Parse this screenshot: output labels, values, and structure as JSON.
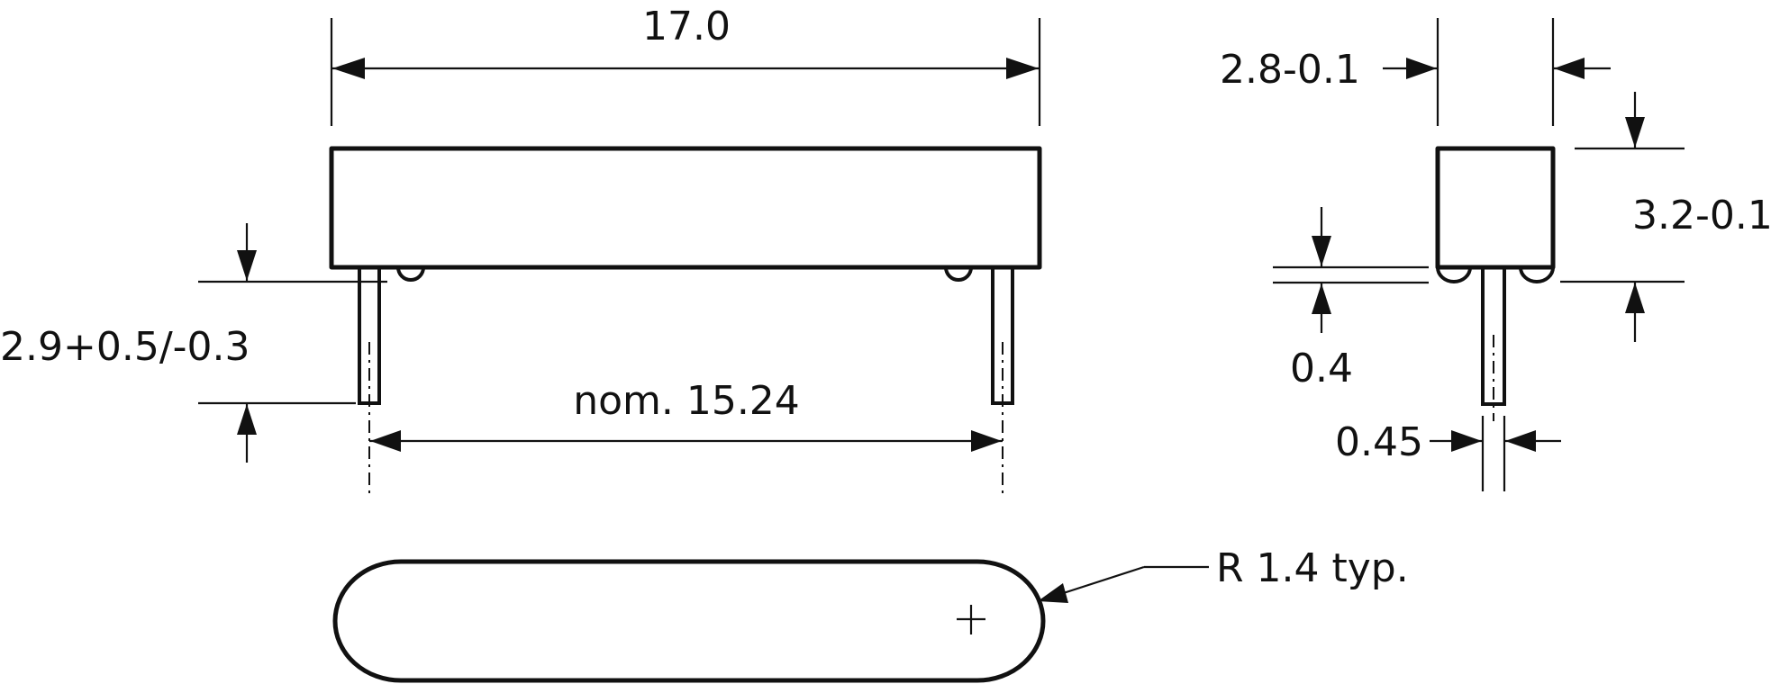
{
  "drawing": {
    "type": "dimensioned component outline (reed relay / SIL package)",
    "units": "mm",
    "colors": {
      "line": "#111111",
      "background": "#ffffff"
    }
  },
  "labels": {
    "length": "17.0",
    "pitch": "nom. 15.24",
    "lead_length": "2.9+0.5/-0.3",
    "width": "2.8-0.1",
    "height": "3.2-0.1",
    "standoff": "0.4",
    "lead_width": "0.45",
    "radius": "R 1.4 typ."
  },
  "views": {
    "side": "side-view",
    "end": "end-view",
    "top": "top-view"
  }
}
